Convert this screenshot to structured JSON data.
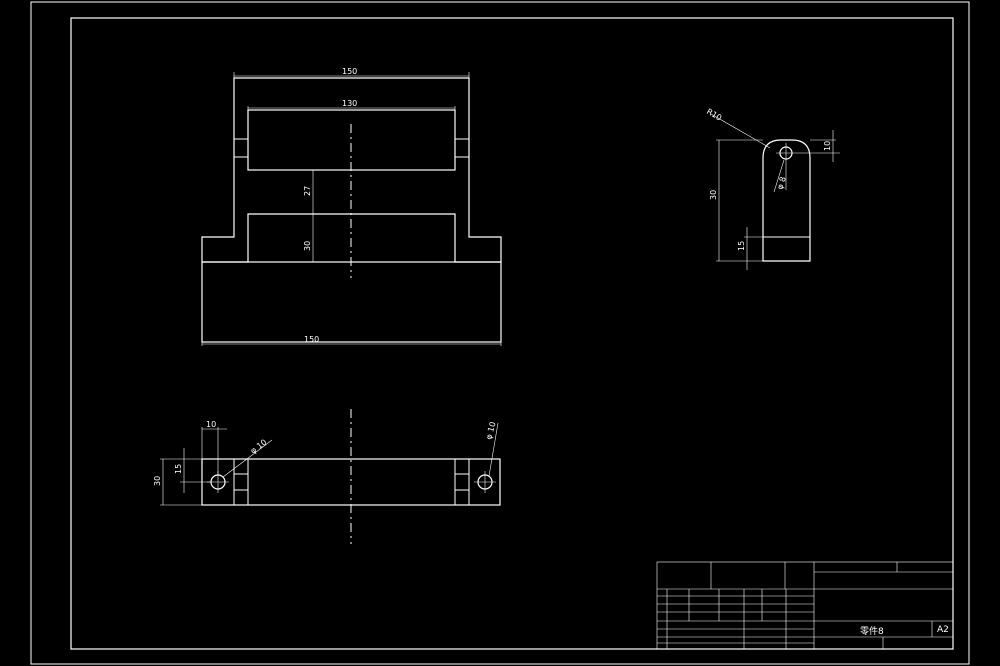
{
  "drawing": {
    "background": "#000000",
    "line_color": "#ffffff",
    "front_view": {
      "dim_overall_top": "150",
      "dim_inner_top": "130",
      "dim_gap": "27",
      "dim_base_height": "30",
      "dim_base_width": "150"
    },
    "top_view": {
      "dim_edge_offset": "10",
      "dim_half_height": "15",
      "dim_height": "30",
      "hole_left_label": "φ 10",
      "hole_right_label": "φ 10"
    },
    "side_view": {
      "radius_label": "R10",
      "dim_top": "10",
      "dim_height": "30",
      "hole_label": "φ 8",
      "dim_bottom": "15"
    },
    "title_block": {
      "part_name": "零件8",
      "sheet_size": "A2",
      "small_labels": [
        "",
        "",
        "",
        "",
        "",
        ""
      ]
    }
  }
}
